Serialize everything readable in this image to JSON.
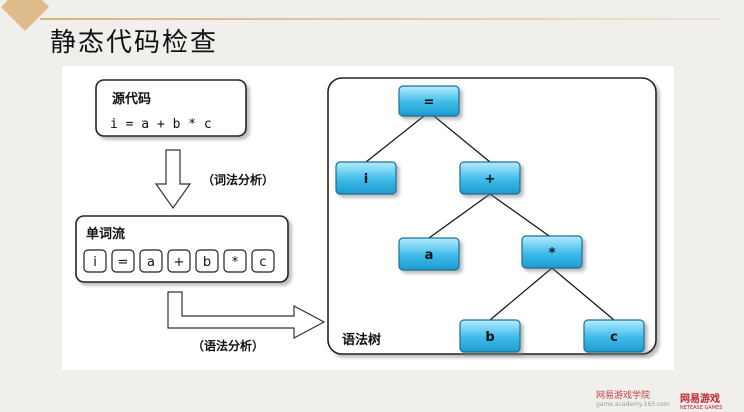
{
  "page": {
    "title": "静态代码检查"
  },
  "figure": {
    "source_box": {
      "label": "源代码",
      "code": "i = a + b * c"
    },
    "lexer_label": "（词法分析）",
    "token_box": {
      "label": "单词流",
      "tokens": [
        "i",
        "=",
        "a",
        "+",
        "b",
        "*",
        "c"
      ]
    },
    "parser_label": "（语法分析）",
    "tree_box": {
      "label": "语法树"
    },
    "tree_nodes": {
      "root": "=",
      "i": "i",
      "plus": "+",
      "a": "a",
      "star": "*",
      "b": "b",
      "c": "c"
    },
    "colors": {
      "node_fill": "#3dbbe8",
      "node_fill_light": "#a9e6fb",
      "node_stroke": "#1a6f95"
    }
  },
  "footer": {
    "logo1_text": "网易游戏学院",
    "logo1_sub": "game.academy.163.com",
    "logo2_text": "网易游戏",
    "logo2_sub": "NETEASE GAMES"
  }
}
